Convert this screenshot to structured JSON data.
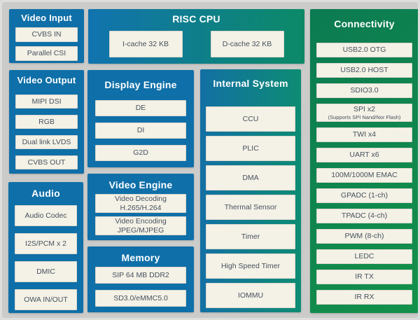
{
  "colors": {
    "bg_gray": "#cbcbc9",
    "frame": "#dededc",
    "block_blue": "#0f6fa8",
    "risc_left": "#1173af",
    "risc_right": "#0c8a67",
    "internal_left": "#1370a4",
    "internal_right": "#0d8c73",
    "conn_dark": "#0b7a52",
    "conn_light": "#13914a",
    "box_cream": "#f4f1e6",
    "box_text": "#46525e"
  },
  "diagram": {
    "video_input": {
      "title": "Video Input",
      "items": [
        {
          "lines": [
            "CVBS IN"
          ]
        },
        {
          "lines": [
            "Parallel CSI"
          ]
        }
      ]
    },
    "risc_cpu": {
      "title": "RISC CPU",
      "items": [
        {
          "lines": [
            "I-cache 32 KB"
          ]
        },
        {
          "lines": [
            "D-cache 32 KB"
          ]
        }
      ]
    },
    "video_output": {
      "title": "Video Output",
      "items": [
        {
          "lines": [
            "MIPI DSI"
          ]
        },
        {
          "lines": [
            "RGB"
          ]
        },
        {
          "lines": [
            "Dual link LVDS"
          ]
        },
        {
          "lines": [
            "CVBS OUT"
          ]
        }
      ]
    },
    "display_engine": {
      "title": "Display Engine",
      "items": [
        {
          "lines": [
            "DE"
          ]
        },
        {
          "lines": [
            "DI"
          ]
        },
        {
          "lines": [
            "G2D"
          ]
        }
      ]
    },
    "audio": {
      "title": "Audio",
      "items": [
        {
          "lines": [
            "Audio Codec"
          ]
        },
        {
          "lines": [
            "I2S/PCM x 2"
          ]
        },
        {
          "lines": [
            "DMIC"
          ]
        },
        {
          "lines": [
            "OWA IN/OUT"
          ]
        }
      ]
    },
    "video_engine": {
      "title": "Video Engine",
      "items": [
        {
          "lines": [
            "Video Decoding",
            "H.265/H.264"
          ]
        },
        {
          "lines": [
            "Video Encoding",
            "JPEG/MJPEG"
          ]
        }
      ]
    },
    "memory": {
      "title": "Memory",
      "items": [
        {
          "lines": [
            "SIP 64 MB DDR2"
          ]
        },
        {
          "lines": [
            "SD3.0/eMMC5.0"
          ]
        }
      ]
    },
    "internal_system": {
      "title": "Internal System",
      "items": [
        {
          "lines": [
            "CCU"
          ]
        },
        {
          "lines": [
            "PLIC"
          ]
        },
        {
          "lines": [
            "DMA"
          ]
        },
        {
          "lines": [
            "Thermal Sensor"
          ]
        },
        {
          "lines": [
            "Timer"
          ]
        },
        {
          "lines": [
            "High Speed Timer"
          ]
        },
        {
          "lines": [
            "IOMMU"
          ]
        }
      ]
    },
    "connectivity": {
      "title": "Connectivity",
      "items": [
        {
          "lines": [
            "USB2.0 OTG"
          ]
        },
        {
          "lines": [
            "USB2.0 HOST"
          ]
        },
        {
          "lines": [
            "SDIO3.0"
          ]
        },
        {
          "lines": [
            "SPI x2",
            "(Supports SPI Nand/Nor Flash)"
          ],
          "sub_small": true
        },
        {
          "lines": [
            "TWI x4"
          ]
        },
        {
          "lines": [
            "UART x6"
          ]
        },
        {
          "lines": [
            "100M/1000M EMAC"
          ]
        },
        {
          "lines": [
            "GPADC (1-ch)"
          ]
        },
        {
          "lines": [
            "TPADC (4-ch)"
          ]
        },
        {
          "lines": [
            "PWM (8-ch)"
          ]
        },
        {
          "lines": [
            "LEDC"
          ]
        },
        {
          "lines": [
            "IR TX"
          ]
        },
        {
          "lines": [
            "IR RX"
          ]
        }
      ]
    }
  }
}
